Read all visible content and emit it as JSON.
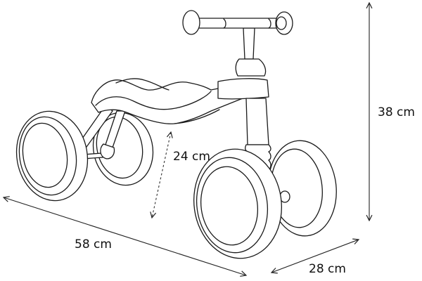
{
  "diagram": {
    "subject": "toddler balance bike with four wheels",
    "line_color": "#1a1a1a",
    "background": "#ffffff",
    "dimensions": {
      "height": {
        "label": "38 cm",
        "value": 38,
        "unit": "cm",
        "direction": "vertical"
      },
      "length": {
        "label": "58 cm",
        "value": 58,
        "unit": "cm",
        "direction": "diagonal-length"
      },
      "width": {
        "label": "28 cm",
        "value": 28,
        "unit": "cm",
        "direction": "diagonal-width"
      },
      "seat_height": {
        "label": "24 cm",
        "value": 24,
        "unit": "cm",
        "direction": "vertical-dotted"
      }
    }
  }
}
